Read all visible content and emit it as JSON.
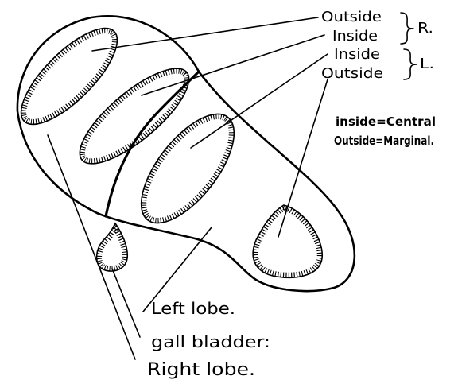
{
  "diagram": {
    "labels": {
      "right_group": {
        "outside": "Outside",
        "inside": "Inside",
        "side": "R."
      },
      "left_group": {
        "inside": "Inside",
        "outside": "Outside",
        "side": "L."
      },
      "legend": {
        "inside_def": "inside=Central",
        "outside_def": "Outside=Marginal."
      },
      "bottom": {
        "left_lobe": "Left lobe.",
        "gall_bladder": "gall bladder:",
        "right_lobe": "Right lobe."
      }
    },
    "colors": {
      "ink": "#000000",
      "background": "#ffffff"
    }
  }
}
